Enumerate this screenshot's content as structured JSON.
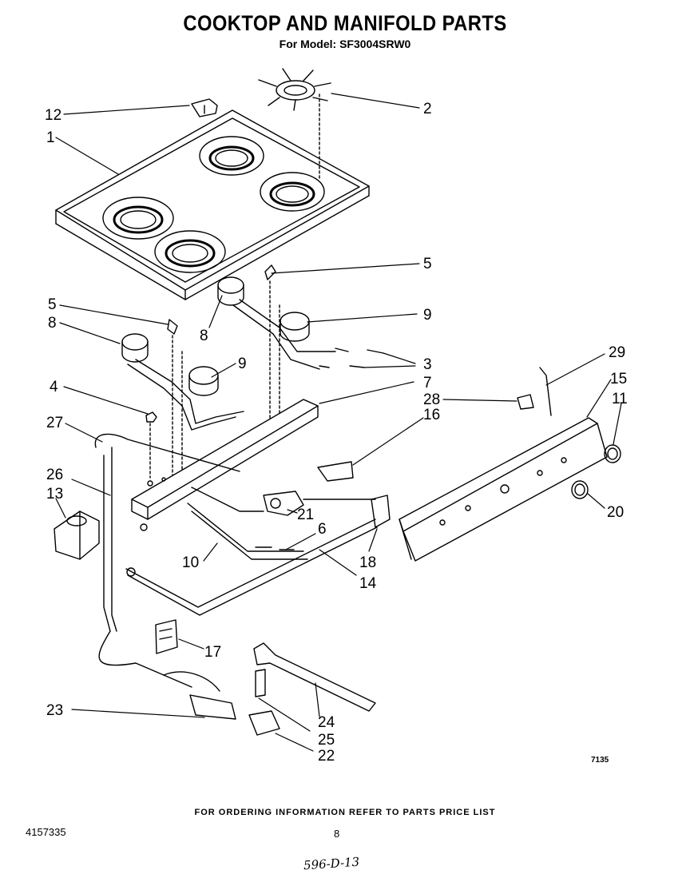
{
  "header": {
    "title": "COOKTOP AND MANIFOLD PARTS",
    "model_line": "For Model: SF3004SRW0"
  },
  "callouts": [
    {
      "id": "c12",
      "text": "12"
    },
    {
      "id": "c1",
      "text": "1"
    },
    {
      "id": "c2",
      "text": "2"
    },
    {
      "id": "c5a",
      "text": "5"
    },
    {
      "id": "c5b",
      "text": "5"
    },
    {
      "id": "c8a",
      "text": "8"
    },
    {
      "id": "c8b",
      "text": "8"
    },
    {
      "id": "c9a",
      "text": "9"
    },
    {
      "id": "c9b",
      "text": "9"
    },
    {
      "id": "c3",
      "text": "3"
    },
    {
      "id": "c4",
      "text": "4"
    },
    {
      "id": "c7",
      "text": "7"
    },
    {
      "id": "c29",
      "text": "29"
    },
    {
      "id": "c15",
      "text": "15"
    },
    {
      "id": "c28",
      "text": "28"
    },
    {
      "id": "c16",
      "text": "16"
    },
    {
      "id": "c11",
      "text": "11"
    },
    {
      "id": "c27",
      "text": "27"
    },
    {
      "id": "c26",
      "text": "26"
    },
    {
      "id": "c13",
      "text": "13"
    },
    {
      "id": "c21",
      "text": "21"
    },
    {
      "id": "c6",
      "text": "6"
    },
    {
      "id": "c20",
      "text": "20"
    },
    {
      "id": "c10",
      "text": "10"
    },
    {
      "id": "c18",
      "text": "18"
    },
    {
      "id": "c14",
      "text": "14"
    },
    {
      "id": "c17",
      "text": "17"
    },
    {
      "id": "c23",
      "text": "23"
    },
    {
      "id": "c24",
      "text": "24"
    },
    {
      "id": "c25",
      "text": "25"
    },
    {
      "id": "c22",
      "text": "22"
    }
  ],
  "footer": {
    "ordering_note": "FOR ORDERING INFORMATION REFER TO PARTS PRICE LIST",
    "document_number": "4157335",
    "page_number": "8",
    "drawing_number": "7135",
    "handwritten_note": "596-D-13"
  }
}
